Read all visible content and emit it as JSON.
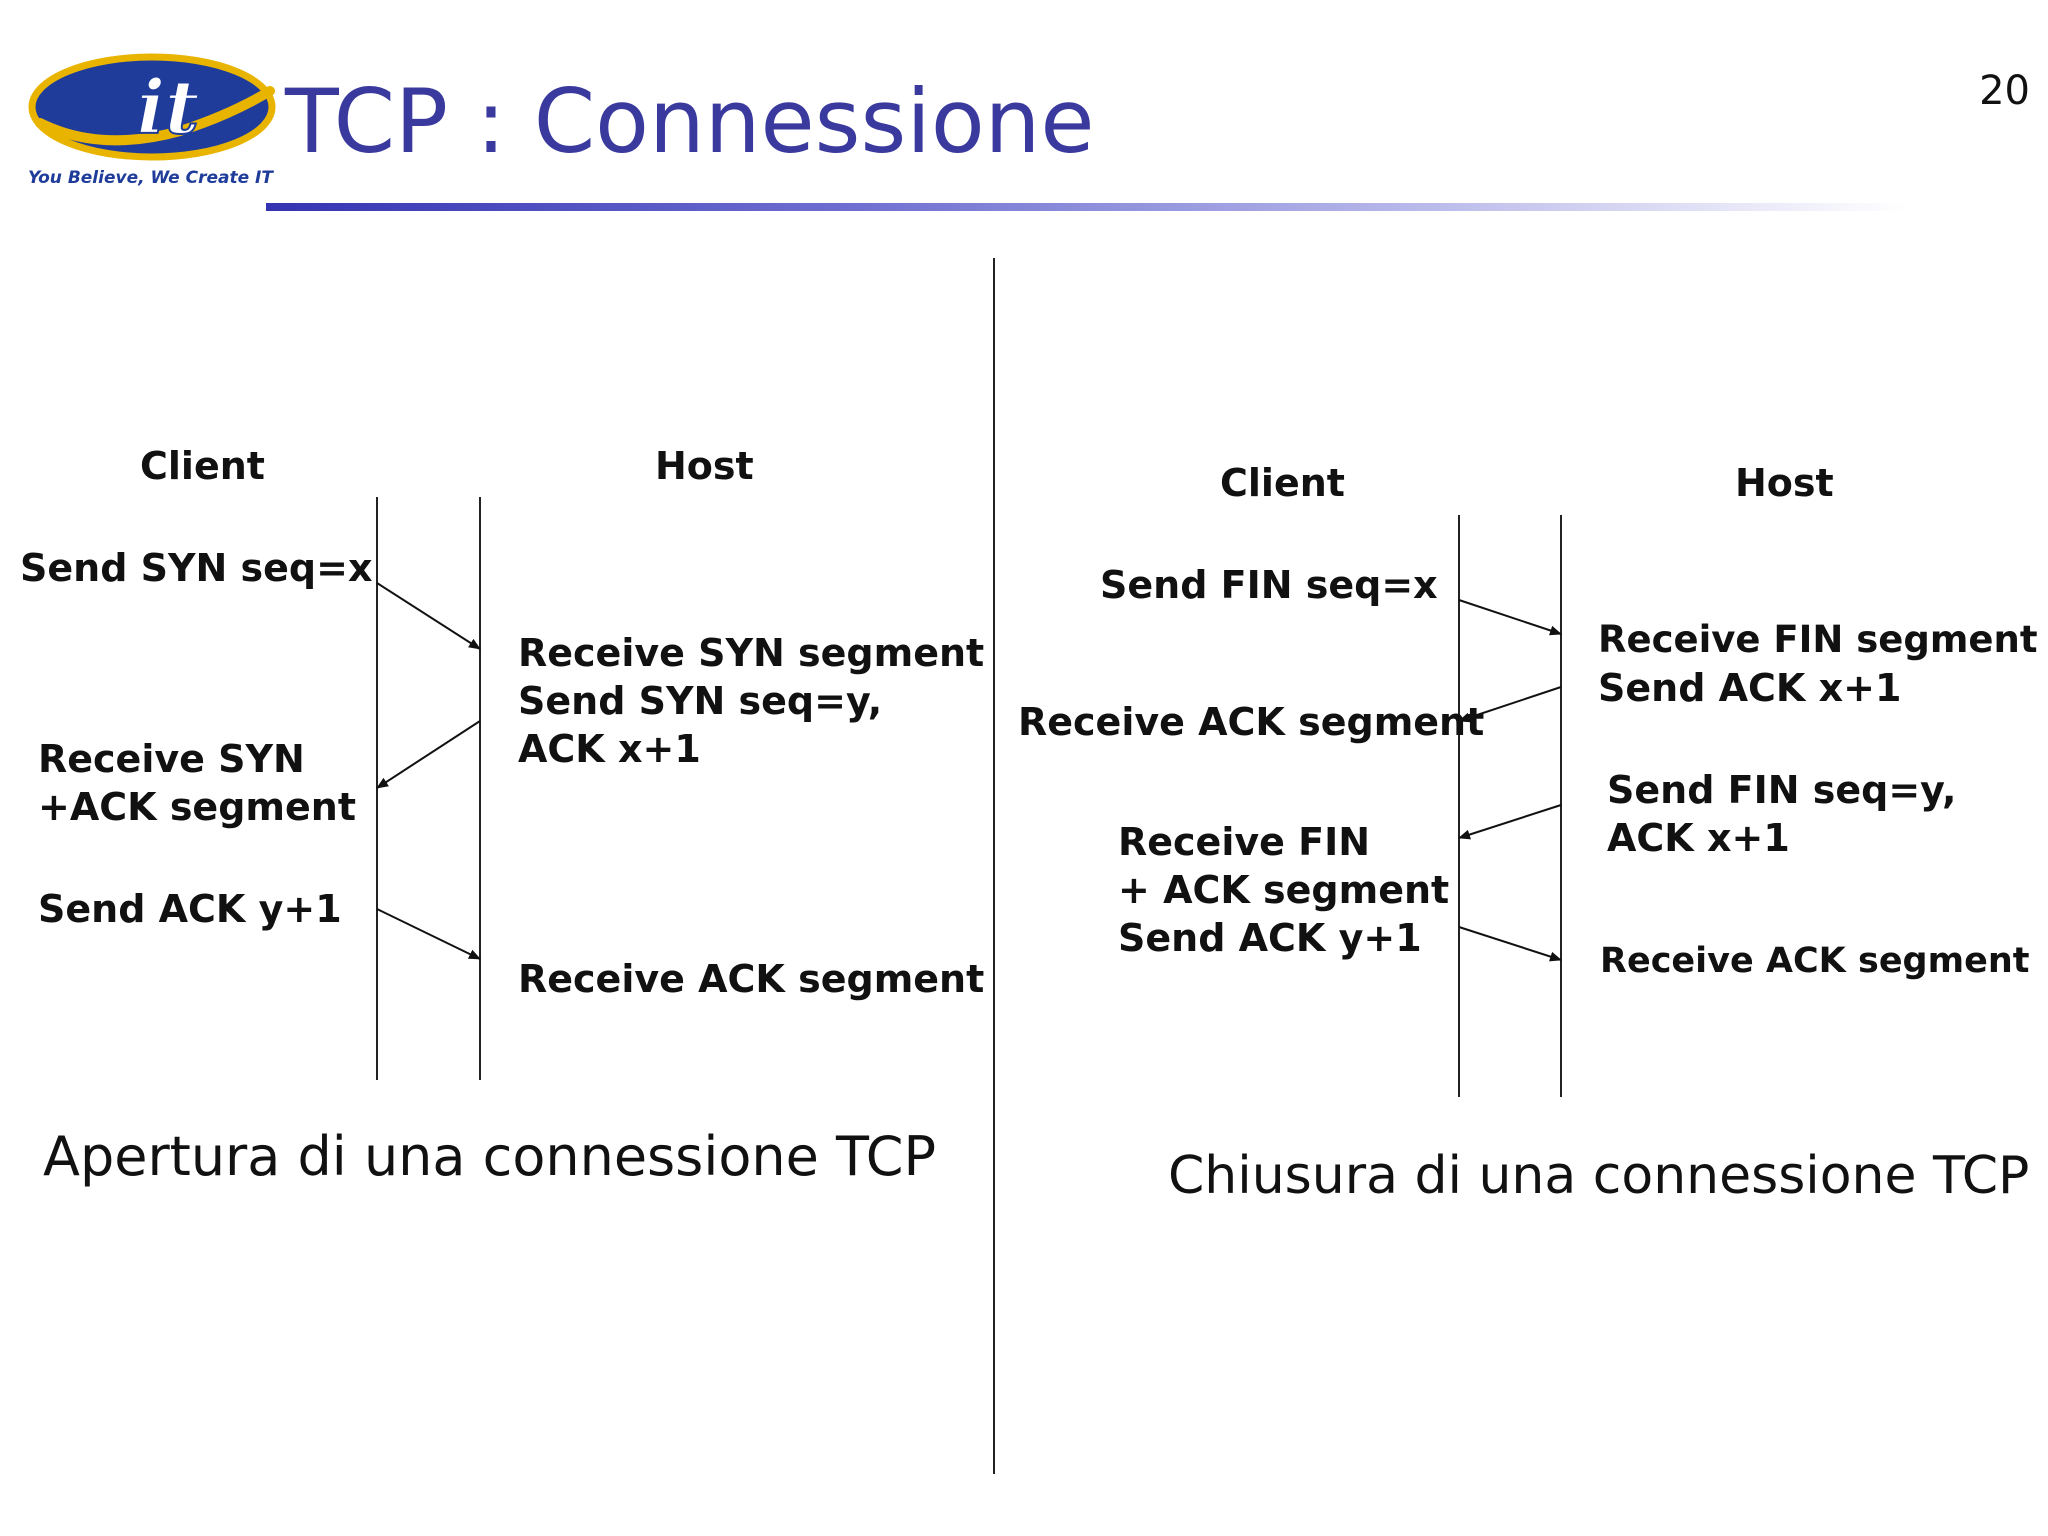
{
  "slide": {
    "title": "TCP : Connessione",
    "page_number": "20",
    "logo": {
      "brand": "it",
      "tagline": "You Believe, We Create IT"
    }
  },
  "opening": {
    "client_label": "Client",
    "host_label": "Host",
    "send_syn": "Send SYN seq=x",
    "receive_syn_segment": "Receive SYN segment",
    "send_syn_seq_y": "Send SYN seq=y,",
    "ack_x1": "ACK x+1",
    "receive_syn": "Receive SYN",
    "ack_segment": "+ACK segment",
    "send_ack_y1": "Send ACK y+1",
    "receive_ack_segment": "Receive ACK segment",
    "caption": "Apertura di una connessione TCP"
  },
  "closing": {
    "client_label": "Client",
    "host_label": "Host",
    "send_fin": "Send FIN seq=x",
    "receive_fin_segment": "Receive FIN segment",
    "send_ack_x1": "Send ACK x+1",
    "receive_ack_segment_client": "Receive ACK segment",
    "send_fin_seq_y": "Send FIN seq=y,",
    "ack_x1": "ACK x+1",
    "receive_fin": "Receive FIN",
    "plus_ack_segment": "+ ACK segment",
    "send_ack_y1": "Send ACK y+1",
    "receive_ack_segment_host": "Receive ACK segment",
    "caption": "Chiusura di una connessione TCP"
  },
  "colors": {
    "title": "#3a3a9e",
    "logo_blue": "#1f3c9a",
    "logo_gold": "#e8b400"
  }
}
